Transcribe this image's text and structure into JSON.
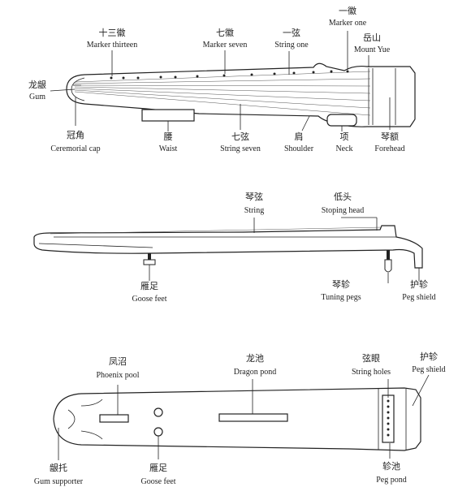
{
  "top_view": {
    "labels": {
      "marker_thirteen": {
        "zh": "十三徽",
        "en": "Marker thirteen"
      },
      "marker_seven": {
        "zh": "七徽",
        "en": "Marker seven"
      },
      "string_one": {
        "zh": "一弦",
        "en": "String one"
      },
      "marker_one": {
        "zh": "一徽",
        "en": "Marker one"
      },
      "mount_yue": {
        "zh": "岳山",
        "en": "Mount Yue"
      },
      "gum": {
        "zh": "龙龈",
        "en": "Gum"
      },
      "ceremonial_cap": {
        "zh": "冠角",
        "en": "Ceremorial cap"
      },
      "waist": {
        "zh": "腰",
        "en": "Waist"
      },
      "string_seven": {
        "zh": "七弦",
        "en": "String seven"
      },
      "shoulder": {
        "zh": "肩",
        "en": "Shoulder"
      },
      "neck": {
        "zh": "项",
        "en": "Neck"
      },
      "forehead": {
        "zh": "琴额",
        "en": "Forehead"
      }
    }
  },
  "side_view": {
    "labels": {
      "string": {
        "zh": "琴弦",
        "en": "String"
      },
      "stoping_head": {
        "zh": "低头",
        "en": "Stoping head"
      },
      "goose_feet": {
        "zh": "雁足",
        "en": "Goose feet"
      },
      "tuning_pegs": {
        "zh": "琴轸",
        "en": "Tuning pegs"
      },
      "peg_shield": {
        "zh": "护轸",
        "en": "Peg shield"
      }
    }
  },
  "bottom_view": {
    "labels": {
      "phoenix_pool": {
        "zh": "凤沼",
        "en": "Phoenix pool"
      },
      "dragon_pond": {
        "zh": "龙池",
        "en": "Dragon pond"
      },
      "string_holes": {
        "zh": "弦眼",
        "en": "String holes"
      },
      "peg_shield": {
        "zh": "护轸",
        "en": "Peg shield"
      },
      "gum_supporter": {
        "zh": "龈托",
        "en": "Gum supporter"
      },
      "goose_feet": {
        "zh": "雁足",
        "en": "Goose feet"
      },
      "peg_pond": {
        "zh": "轸池",
        "en": "Peg pond"
      }
    }
  }
}
